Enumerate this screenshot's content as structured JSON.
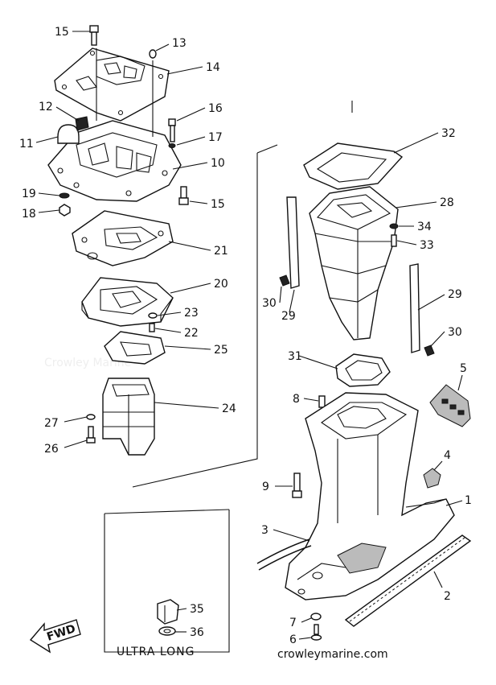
{
  "watermark": "Crowley Marine",
  "site_url": "crowleymarine.com",
  "inset_label": "ULTRA LONG",
  "fwd_label": "FWD",
  "callouts": [
    {
      "id": "p1",
      "label": "1"
    },
    {
      "id": "p2",
      "label": "2"
    },
    {
      "id": "p3",
      "label": "3"
    },
    {
      "id": "p4",
      "label": "4"
    },
    {
      "id": "p5",
      "label": "5"
    },
    {
      "id": "p6",
      "label": "6"
    },
    {
      "id": "p7",
      "label": "7"
    },
    {
      "id": "p8",
      "label": "8"
    },
    {
      "id": "p9",
      "label": "9"
    },
    {
      "id": "p10",
      "label": "10"
    },
    {
      "id": "p11",
      "label": "11"
    },
    {
      "id": "p12",
      "label": "12"
    },
    {
      "id": "p13",
      "label": "13"
    },
    {
      "id": "p14",
      "label": "14"
    },
    {
      "id": "p15a",
      "label": "15"
    },
    {
      "id": "p15b",
      "label": "15"
    },
    {
      "id": "p16",
      "label": "16"
    },
    {
      "id": "p17",
      "label": "17"
    },
    {
      "id": "p18",
      "label": "18"
    },
    {
      "id": "p19",
      "label": "19"
    },
    {
      "id": "p20",
      "label": "20"
    },
    {
      "id": "p21",
      "label": "21"
    },
    {
      "id": "p22",
      "label": "22"
    },
    {
      "id": "p23",
      "label": "23"
    },
    {
      "id": "p24",
      "label": "24"
    },
    {
      "id": "p25",
      "label": "25"
    },
    {
      "id": "p26",
      "label": "26"
    },
    {
      "id": "p27",
      "label": "27"
    },
    {
      "id": "p28",
      "label": "28"
    },
    {
      "id": "p29a",
      "label": "29"
    },
    {
      "id": "p29b",
      "label": "29"
    },
    {
      "id": "p30a",
      "label": "30"
    },
    {
      "id": "p30b",
      "label": "30"
    },
    {
      "id": "p31",
      "label": "31"
    },
    {
      "id": "p32",
      "label": "32"
    },
    {
      "id": "p33",
      "label": "33"
    },
    {
      "id": "p34",
      "label": "34"
    },
    {
      "id": "p35",
      "label": "35"
    },
    {
      "id": "p36",
      "label": "36"
    }
  ]
}
